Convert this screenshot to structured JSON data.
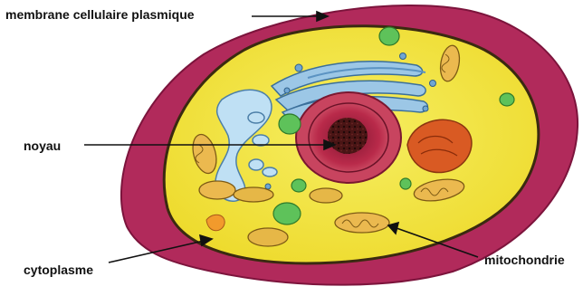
{
  "labels": {
    "membrane": "membrane cellulaire plasmique",
    "noyau": "noyau",
    "cytoplasme": "cytoplasme",
    "mitochondrie": "mitochondrie"
  },
  "colors": {
    "outer_membrane": "#b8235a",
    "cytoplasm": "#f2e43c",
    "nucleus": "#c0394f",
    "nucleolus": "#3a1010",
    "golgi": "#7fb0d8",
    "er": "#a9d3ef",
    "mitochondria": "#e7b84a",
    "vacuoles": "#5cbf5a",
    "chloro_red": "#d9551f"
  },
  "icons": [
    "cell-diagram"
  ]
}
